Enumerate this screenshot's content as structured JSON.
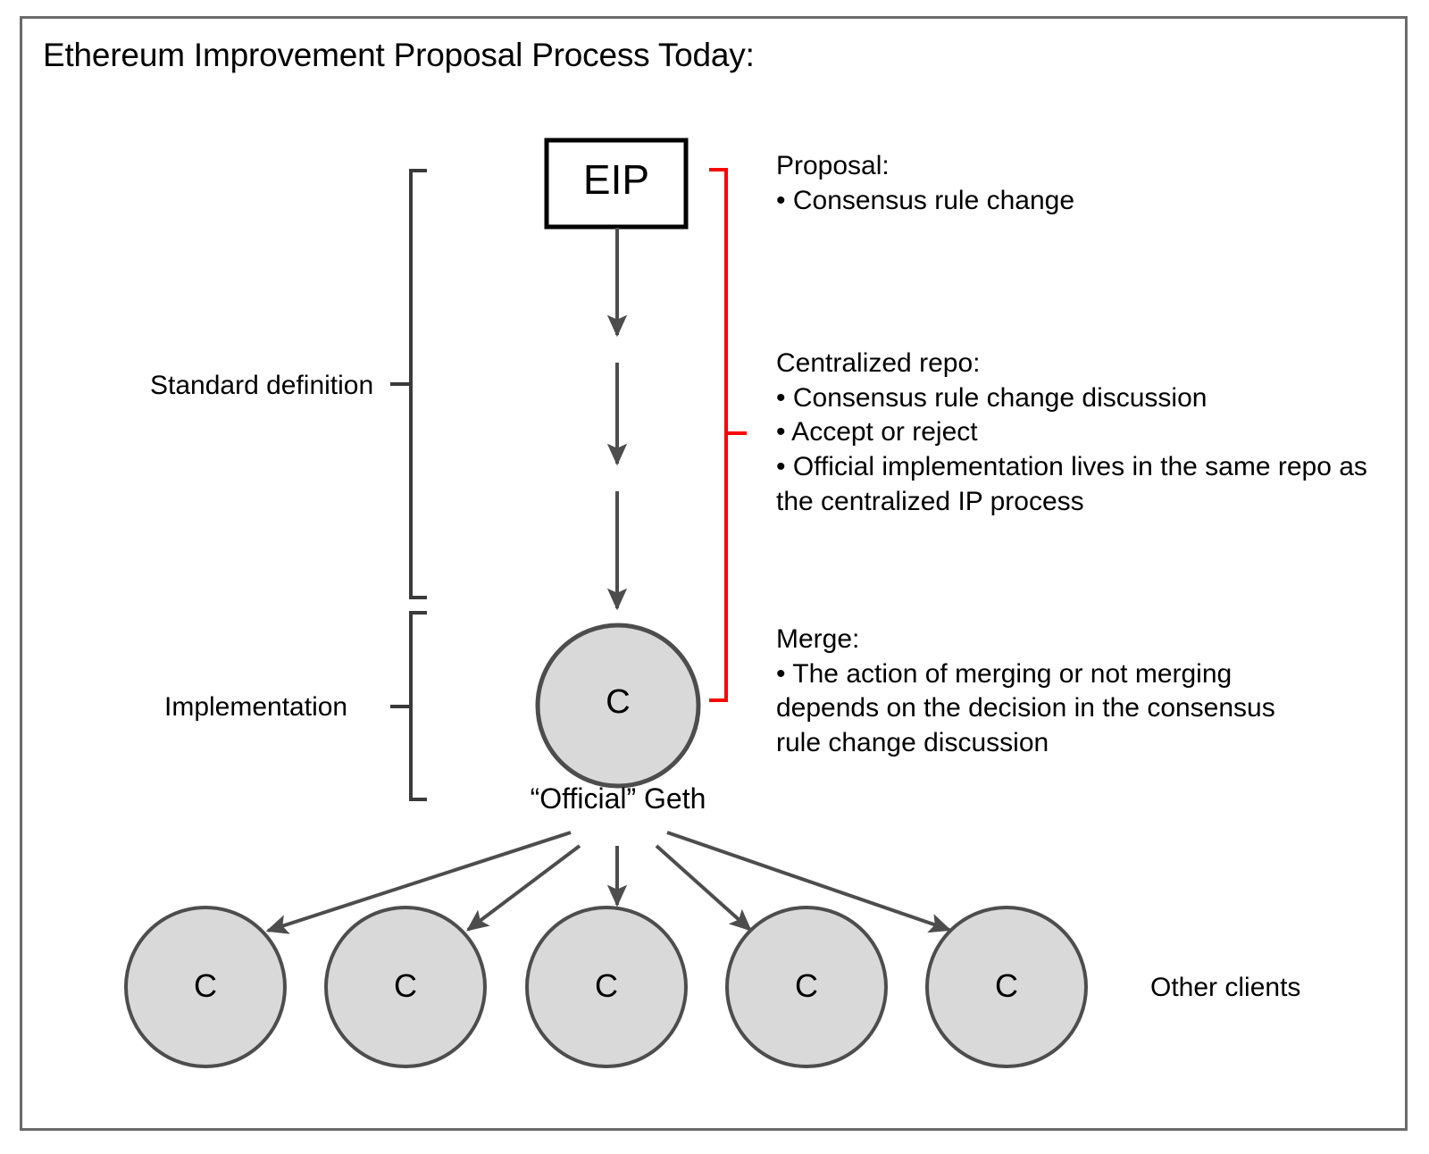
{
  "title": "Ethereum Improvement Proposal Process Today:",
  "nodes": {
    "eip": {
      "label": "EIP"
    },
    "geth": {
      "label": "C",
      "caption": "“Official” Geth"
    }
  },
  "clients": [
    {
      "label": "C"
    },
    {
      "label": "C"
    },
    {
      "label": "C"
    },
    {
      "label": "C"
    },
    {
      "label": "C"
    }
  ],
  "clients_caption": "Other clients",
  "phases": [
    {
      "label": "Standard definition"
    },
    {
      "label": "Implementation"
    }
  ],
  "annotations": {
    "proposal": "Proposal:\n• Consensus rule change",
    "centralized_repo": "Centralized repo:\n• Consensus rule change discussion\n• Accept or reject\n• Official implementation lives in the same repo as the centralized IP process",
    "merge": "Merge:\n• The action of merging or not merging depends on the decision in the consensus rule change discussion"
  },
  "colors": {
    "frame": "#6b6b6b",
    "node_fill": "#d9d9d9",
    "node_stroke": "#4d4d4d",
    "arrow": "#4d4d4d",
    "bracket_black": "#3a3a3a",
    "bracket_red": "#fe0000",
    "text": "#000000"
  }
}
